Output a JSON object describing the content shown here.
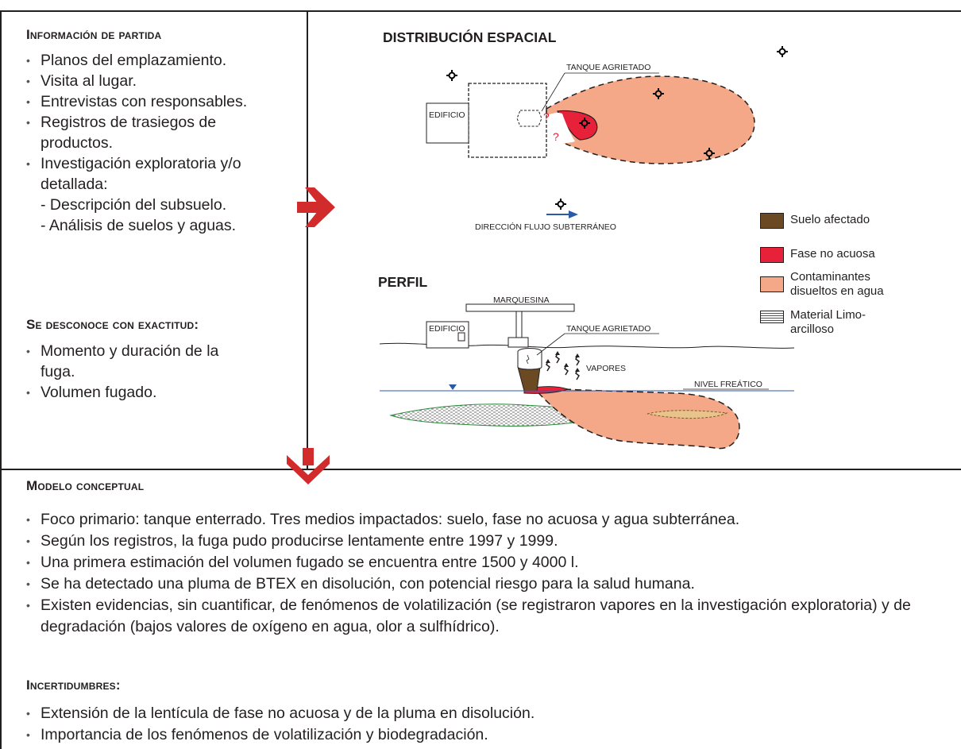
{
  "top_left": {
    "heading": "Información de partida",
    "items": [
      "Planos del emplazamiento.",
      "Visita al lugar.",
      "Entrevistas con responsables.",
      "Registros de trasiegos de productos.",
      "Investigación exploratoria y/o detallada:"
    ],
    "subitems": [
      "- Descripción del subsuelo.",
      "- Análisis de suelos y aguas."
    ],
    "heading2": "Se desconoce con exactitud:",
    "items2": [
      "Momento y duración de la fuga.",
      "Volumen fugado."
    ]
  },
  "diagram": {
    "title_plan": "DISTRIBUCIÓN ESPACIAL",
    "title_profile": "PERFIL",
    "label_building": "EDIFICIO",
    "label_tank": "TANQUE AGRIETADO",
    "label_flow": "DIRECCIÓN FLUJO SUBTERRÁNEO",
    "label_canopy": "MARQUESINA",
    "label_vapors": "VAPORES",
    "label_water_table": "NIVEL FREÁTICO",
    "question": "?",
    "legend": [
      {
        "label": "Suelo afectado",
        "color": "#6b4a23"
      },
      {
        "label": "Fase no acuosa",
        "color": "#e8213b"
      },
      {
        "label": "Contaminantes disueltos en agua",
        "color": "#f5a887"
      },
      {
        "label": "Material Limo-arcilloso",
        "color": "#ffffff"
      }
    ],
    "arrow_color": "#d22b2b",
    "flow_arrow_color": "#2b5aa8"
  },
  "bottom": {
    "heading": "Modelo conceptual",
    "items": [
      "Foco primario: tanque enterrado. Tres medios impactados: suelo, fase no acuosa y agua subterránea.",
      "Según los registros, la fuga pudo producirse lentamente entre 1997 y 1999.",
      "Una primera estimación del volumen fugado se encuentra entre 1500 y 4000 l.",
      "Se ha detectado una pluma de BTEX en disolución, con potencial riesgo para la salud humana.",
      "Existen evidencias, sin cuantificar, de fenómenos de volatilización (se registraron vapores en la investigación exploratoria) y de degradación (bajos valores de oxígeno en agua, olor a sulfhídrico)."
    ],
    "heading2": "Incertidumbres:",
    "items2": [
      "Extensión de la lentícula de fase no acuosa y de la pluma en disolución.",
      "Importancia de los fenómenos de volatilización y biodegradación."
    ]
  }
}
